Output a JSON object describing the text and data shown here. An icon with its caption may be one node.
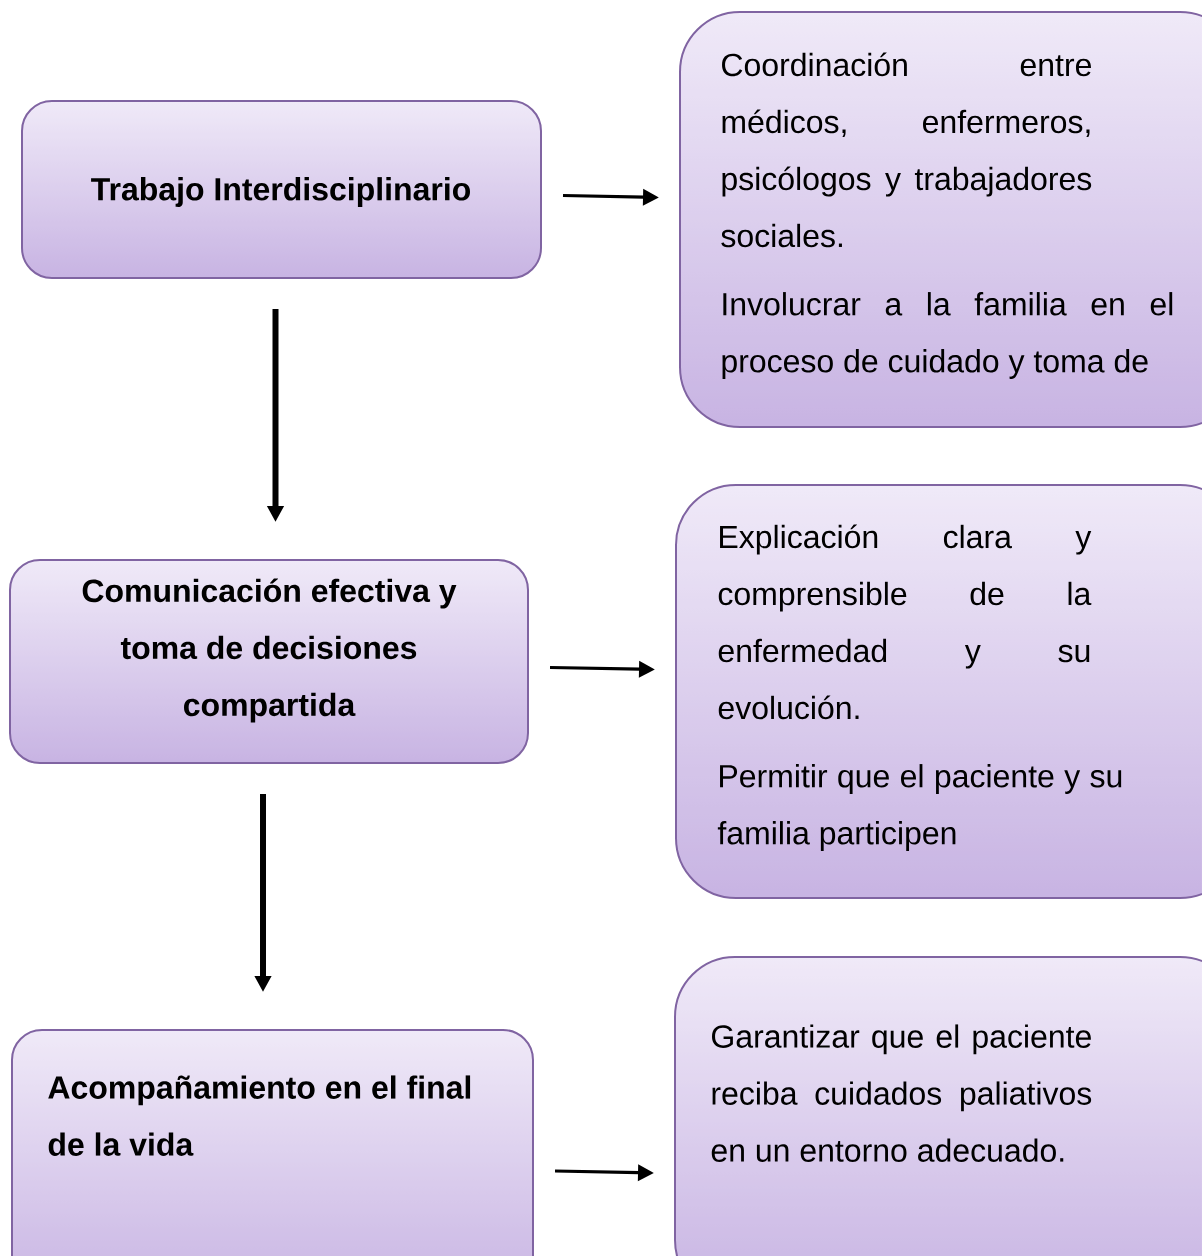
{
  "diagram": {
    "nodes": [
      {
        "text": [
          "Trabajo Interdisciplinario"
        ]
      },
      {
        "text": [
          "Coordinación entre médicos, enfermeros, psicólogos y trabajadores sociales.",
          "Involucrar a la familia en el proceso de cuidado y toma de"
        ]
      },
      {
        "text": [
          "Comunicación efectiva y toma de decisiones compartida"
        ]
      },
      {
        "text": [
          "Explicación clara y comprensible de la enfermedad y su evolución.",
          "Permitir que el paciente y su familia participen"
        ]
      },
      {
        "text": [
          "Acompañamiento en el final de la vida"
        ]
      },
      {
        "text": [
          "Garantizar que el paciente reciba cuidados paliativos en un entorno adecuado."
        ]
      }
    ],
    "edges": [
      {
        "from": 0,
        "to": 1,
        "arrow": "to"
      },
      {
        "from": 0,
        "to": 2,
        "arrow": "to",
        "style": "thick"
      },
      {
        "from": 2,
        "to": 3,
        "arrow": "to"
      },
      {
        "from": 2,
        "to": 4,
        "arrow": "to",
        "style": "thick"
      },
      {
        "from": 4,
        "to": 5,
        "arrow": "to"
      }
    ]
  }
}
